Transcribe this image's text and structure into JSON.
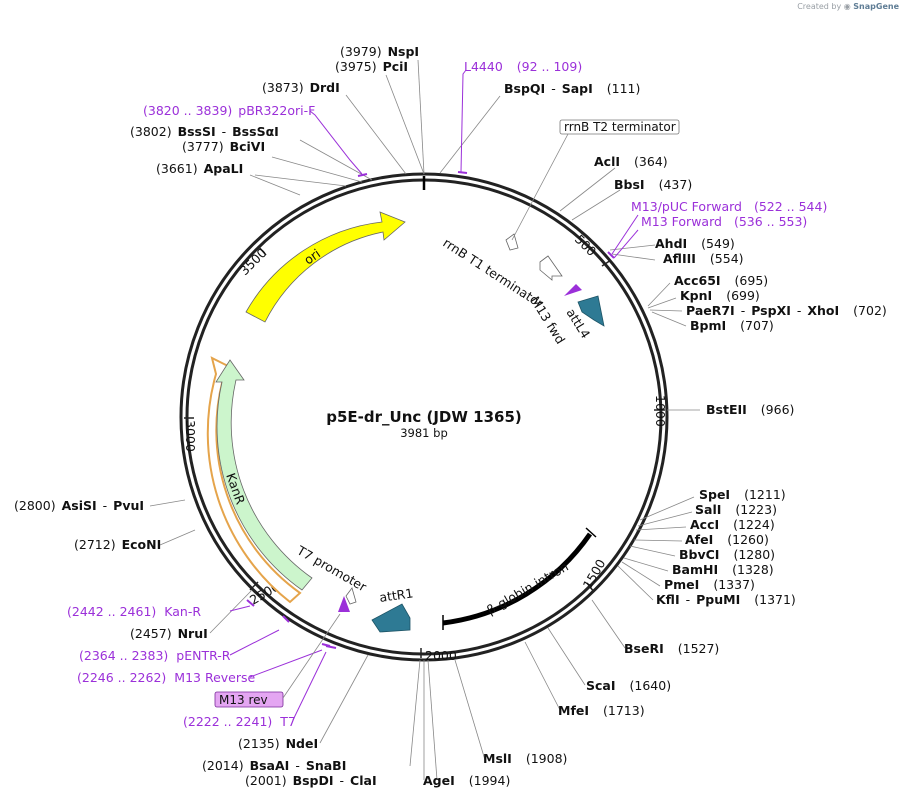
{
  "credit": {
    "prefix": "Created by",
    "brand": "SnapGene"
  },
  "plasmid": {
    "name": "p5E-dr_Unc (JDW 1365)",
    "length": "3981 bp"
  },
  "ticks": [
    "500",
    "1000",
    "1500",
    "2000",
    "2500",
    "3000",
    "3500"
  ],
  "enzymes": [
    {
      "pos": "(3979)",
      "name": "NspI"
    },
    {
      "pos": "(3975)",
      "name": "PciI"
    },
    {
      "pos": "(3873)",
      "name": "DrdI"
    },
    {
      "pos": "(3802)",
      "name": "BssSI",
      "name2": "BssSαI"
    },
    {
      "pos": "(3777)",
      "name": "BciVI"
    },
    {
      "pos": "(3661)",
      "name": "ApaLI"
    },
    {
      "pos": "(111)",
      "name": "BspQI",
      "name2": "SapI"
    },
    {
      "pos": "(364)",
      "name": "AclI"
    },
    {
      "pos": "(437)",
      "name": "BbsI"
    },
    {
      "pos": "(549)",
      "name": "AhdI"
    },
    {
      "pos": "(554)",
      "name": "AflIII"
    },
    {
      "pos": "(695)",
      "name": "Acc65I"
    },
    {
      "pos": "(699)",
      "name": "KpnI"
    },
    {
      "pos": "(702)",
      "name": "PaeR7I",
      "name2": "PspXI",
      "name3": "XhoI"
    },
    {
      "pos": "(707)",
      "name": "BpmI"
    },
    {
      "pos": "(966)",
      "name": "BstEII"
    },
    {
      "pos": "(1211)",
      "name": "SpeI"
    },
    {
      "pos": "(1223)",
      "name": "SalI"
    },
    {
      "pos": "(1224)",
      "name": "AccI"
    },
    {
      "pos": "(1260)",
      "name": "AfeI"
    },
    {
      "pos": "(1280)",
      "name": "BbvCI"
    },
    {
      "pos": "(1328)",
      "name": "BamHI"
    },
    {
      "pos": "(1337)",
      "name": "PmeI"
    },
    {
      "pos": "(1371)",
      "name": "KflI",
      "name2": "PpuMI"
    },
    {
      "pos": "(1527)",
      "name": "BseRI"
    },
    {
      "pos": "(1640)",
      "name": "ScaI"
    },
    {
      "pos": "(1713)",
      "name": "MfeI"
    },
    {
      "pos": "(1908)",
      "name": "MslI"
    },
    {
      "pos": "(1994)",
      "name": "AgeI"
    },
    {
      "pos": "(2001)",
      "name": "BspDI",
      "name2": "ClaI"
    },
    {
      "pos": "(2014)",
      "name": "BsaAI",
      "name2": "SnaBI"
    },
    {
      "pos": "(2135)",
      "name": "NdeI"
    },
    {
      "pos": "(2457)",
      "name": "NruI"
    },
    {
      "pos": "(2712)",
      "name": "EcoNI"
    },
    {
      "pos": "(2800)",
      "name": "AsiSI",
      "name2": "PvuI"
    }
  ],
  "primers": [
    {
      "name": "pBR322ori-F",
      "range": "(3820 .. 3839)"
    },
    {
      "name": "L4440",
      "range": "(92 .. 109)"
    },
    {
      "name": "M13/pUC Forward",
      "range": "(522 .. 544)"
    },
    {
      "name": "M13 Forward",
      "range": "(536 .. 553)"
    },
    {
      "name": "Kan-R",
      "range": "(2442 .. 2461)"
    },
    {
      "name": "pENTR-R",
      "range": "(2364 .. 2383)"
    },
    {
      "name": "M13 Reverse",
      "range": "(2246 .. 2262)"
    },
    {
      "name": "T7",
      "range": "(2222 .. 2241)"
    }
  ],
  "boxed_labels": {
    "rrnB_T2": "rrnB T2 terminator",
    "M13_rev": "M13 rev"
  },
  "features": {
    "rrnB_T1": "rrnB T1 terminator",
    "M13_fwd": "M13 fwd",
    "attL4": "attL4",
    "ori": "ori",
    "KanR": "KanR",
    "T7_promoter": "T7 promoter",
    "attR1": "attR1",
    "b_globin": "β-globin intron"
  },
  "colors": {
    "ori": "#ffff00",
    "KanR": "#ccf5cc",
    "attL": "#2e7a94",
    "primer": "#9b30d9",
    "kan_outline": "#e5a44b"
  }
}
